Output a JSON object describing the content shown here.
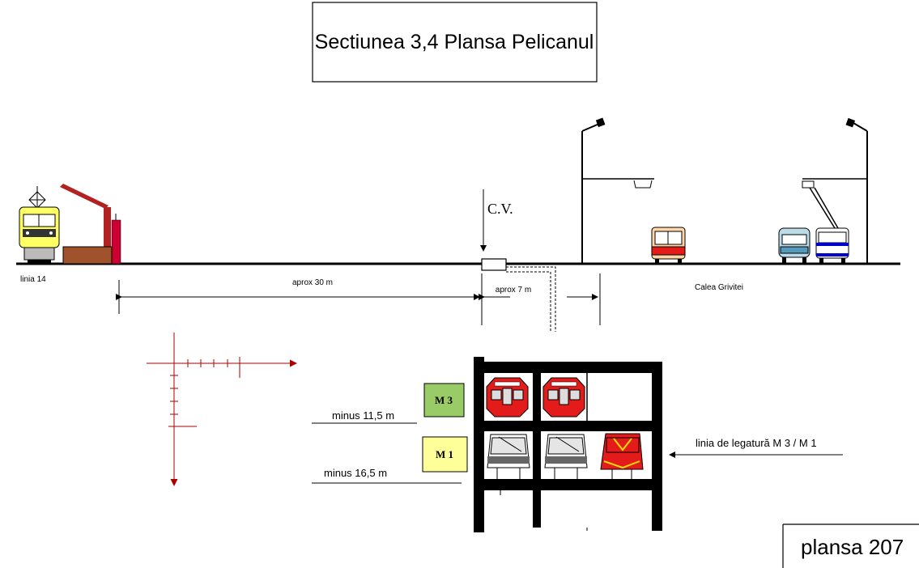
{
  "title": "Sectiunea  3,4  Plansa Pelicanul",
  "labels": {
    "linia14": "linia  14",
    "aprox30": "aprox  30 m",
    "aprox7": "aprox  7  m",
    "calea": "Calea   Grivitei",
    "cv": "C.V.",
    "minus115": "minus  11,5 m",
    "minus165": "minus  16,5  m",
    "legatura": "linia  de  legatură  M 3 / M 1",
    "m3": "M 3",
    "m1": "M 1"
  },
  "plansa": "plansa  207",
  "colors": {
    "m3_box": "#99cc66",
    "m1_box": "#ffff99",
    "metro_red": "#e31b1b",
    "axis_red": "#aa0000",
    "tram_yellow": "#ffff66",
    "platform_brown": "#a0522d",
    "pantograph_red": "#b22222"
  },
  "icons": [
    "tram-icon",
    "pantograph-icon",
    "bus-icon",
    "trolleybus-icon",
    "metro-train-icon",
    "street-lamp-icon"
  ]
}
